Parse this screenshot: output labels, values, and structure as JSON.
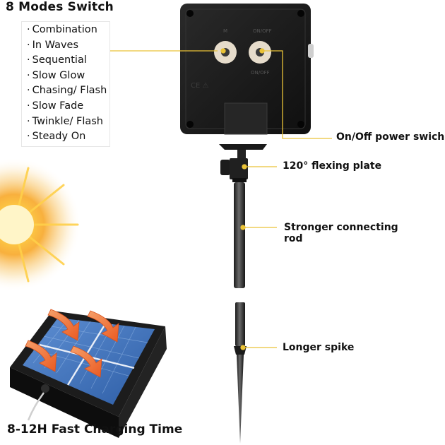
{
  "modes": {
    "title": "8 Modes Switch",
    "items": [
      "Combination",
      "In Waves",
      "Sequential",
      "Slow Glow",
      "Chasing/ Flash",
      "Slow Fade",
      "Twinkle/ Flash",
      "Steady On"
    ]
  },
  "callouts": {
    "power_switch": "On/Off power swich",
    "flex_plate": "120° flexing plate",
    "rod": "Stronger connecting rod",
    "spike": "Longer spike"
  },
  "charging": {
    "title": "8-12H Fast Charging Time"
  },
  "colors": {
    "accent": "#e9c237",
    "box": "#1b1b1b",
    "panel": "#3a6fb8",
    "sun": "#f7a21c",
    "arrow": "#f0742c"
  }
}
